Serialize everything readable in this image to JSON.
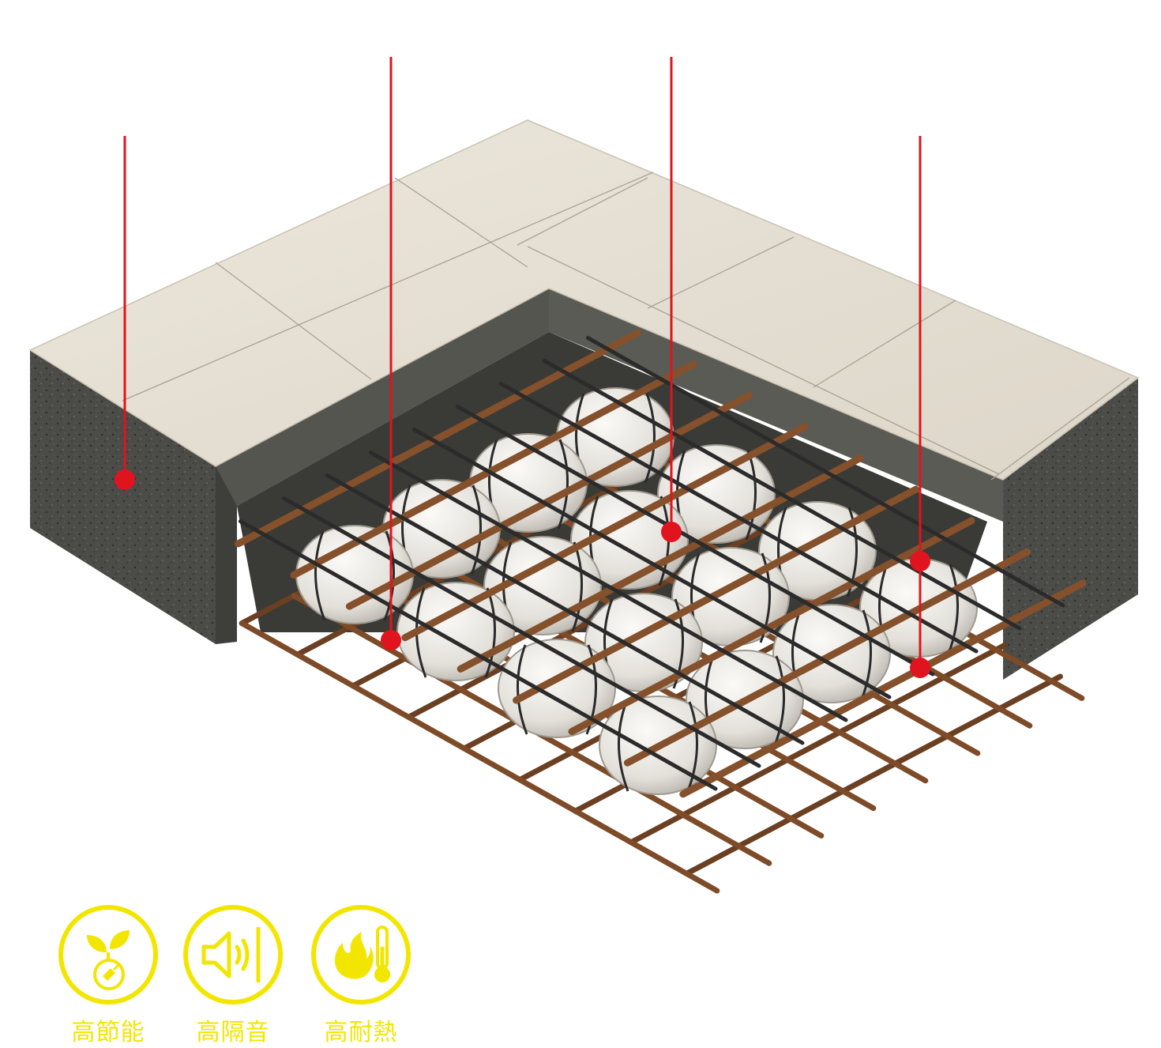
{
  "features": [
    {
      "label": "高節能",
      "icon": "leaf-plug-icon"
    },
    {
      "label": "高隔音",
      "icon": "speaker-sound-icon"
    },
    {
      "label": "高耐熱",
      "icon": "flame-thermometer-icon"
    }
  ],
  "colors": {
    "accent": "#f2e600",
    "callout": "#e0141e",
    "tile": "#e4ded2",
    "concrete": "#4a4a46",
    "rebar": "#7a4a2a",
    "void_ball": "#e8e6e2"
  }
}
